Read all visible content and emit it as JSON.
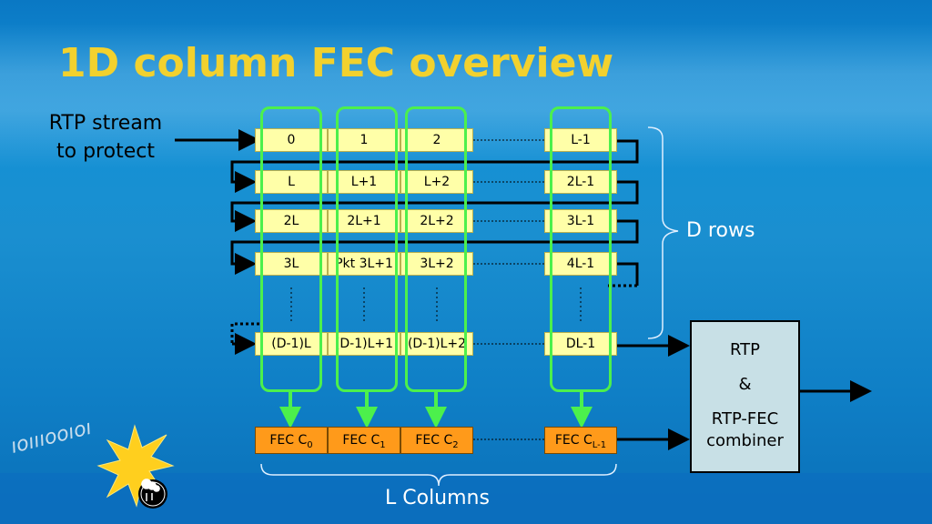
{
  "slide": {
    "title": "1D column FEC overview",
    "stream_label_line1": "RTP stream",
    "stream_label_line2": "to protect",
    "d_rows_label": "D rows",
    "l_columns_label": "L Columns"
  },
  "grid": {
    "rows": [
      [
        "0",
        "1",
        "2",
        "L-1"
      ],
      [
        "L",
        "L+1",
        "L+2",
        "2L-1"
      ],
      [
        "2L",
        "2L+1",
        "2L+2",
        "3L-1"
      ],
      [
        "3L",
        "Pkt 3L+1",
        "3L+2",
        "4L-1"
      ],
      [
        "(D-1)L",
        "(D-1)L+1",
        "(D-1)L+2",
        "DL-1"
      ]
    ]
  },
  "fec": [
    {
      "base": "FEC C",
      "sub": "0"
    },
    {
      "base": "FEC C",
      "sub": "1"
    },
    {
      "base": "FEC C",
      "sub": "2"
    },
    {
      "base": "FEC C",
      "sub": "L-1"
    }
  ],
  "combiner": {
    "line1": "RTP",
    "line2": "&",
    "line3": "RTP-FEC",
    "line4": "combiner"
  },
  "colors": {
    "title": "#f2d12e",
    "cell": "#ffffa8",
    "fec": "#ff9a1a",
    "column_outline": "#4cf04c",
    "combiner": "#c8e0e6"
  }
}
